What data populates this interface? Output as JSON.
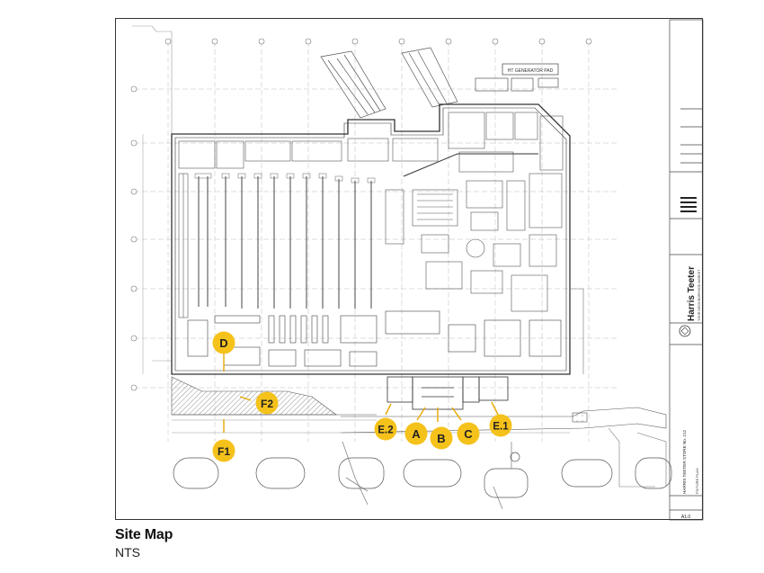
{
  "caption": {
    "title": "Site Map",
    "scale": "NTS"
  },
  "plan": {
    "generator_label": "HT GENERATOR PAD",
    "markers": [
      {
        "id": "D",
        "label": "D"
      },
      {
        "id": "F2",
        "label": "F2"
      },
      {
        "id": "F1",
        "label": "F1"
      },
      {
        "id": "E2",
        "label": "E.2"
      },
      {
        "id": "A",
        "label": "A"
      },
      {
        "id": "B",
        "label": "B"
      },
      {
        "id": "C",
        "label": "C"
      },
      {
        "id": "E1",
        "label": "E.1"
      }
    ],
    "colors": {
      "marker_fill": "#f5c21b",
      "marker_text": "#222222",
      "line": "#555555"
    }
  },
  "title_block": {
    "brand": "Harris Teeter",
    "tagline": "YOUR NEIGHBORHOOD MARKET",
    "store": "HARRIS TEETER STORE No. 212",
    "plan_name": "FIXTURE PLAN",
    "sheet_no": "A1.0"
  }
}
